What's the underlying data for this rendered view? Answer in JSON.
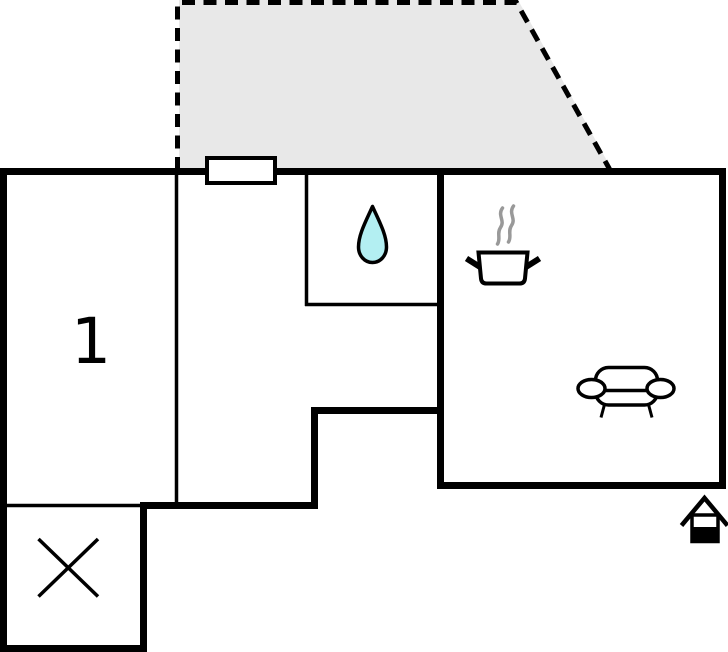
{
  "floor_plan": {
    "rooms": {
      "bedroom": {
        "label": "1"
      },
      "bathroom": {
        "feature_icon": "water-drop-icon"
      },
      "kitchen_living": {
        "feature_icons": [
          "cooking-pot-icon",
          "sofa-icon"
        ]
      },
      "annex": {
        "feature_icon": "x-mark-icon"
      },
      "terrace": {
        "type": "outdoor-dashed-area"
      }
    },
    "markers": {
      "window": "window-marker",
      "entrance": "house-icon"
    },
    "colors": {
      "wall": "#000000",
      "terrace_fill": "#e8e8e8",
      "water_drop_fill": "#b3eff2",
      "steam": "#999999",
      "background": "#ffffff"
    }
  }
}
